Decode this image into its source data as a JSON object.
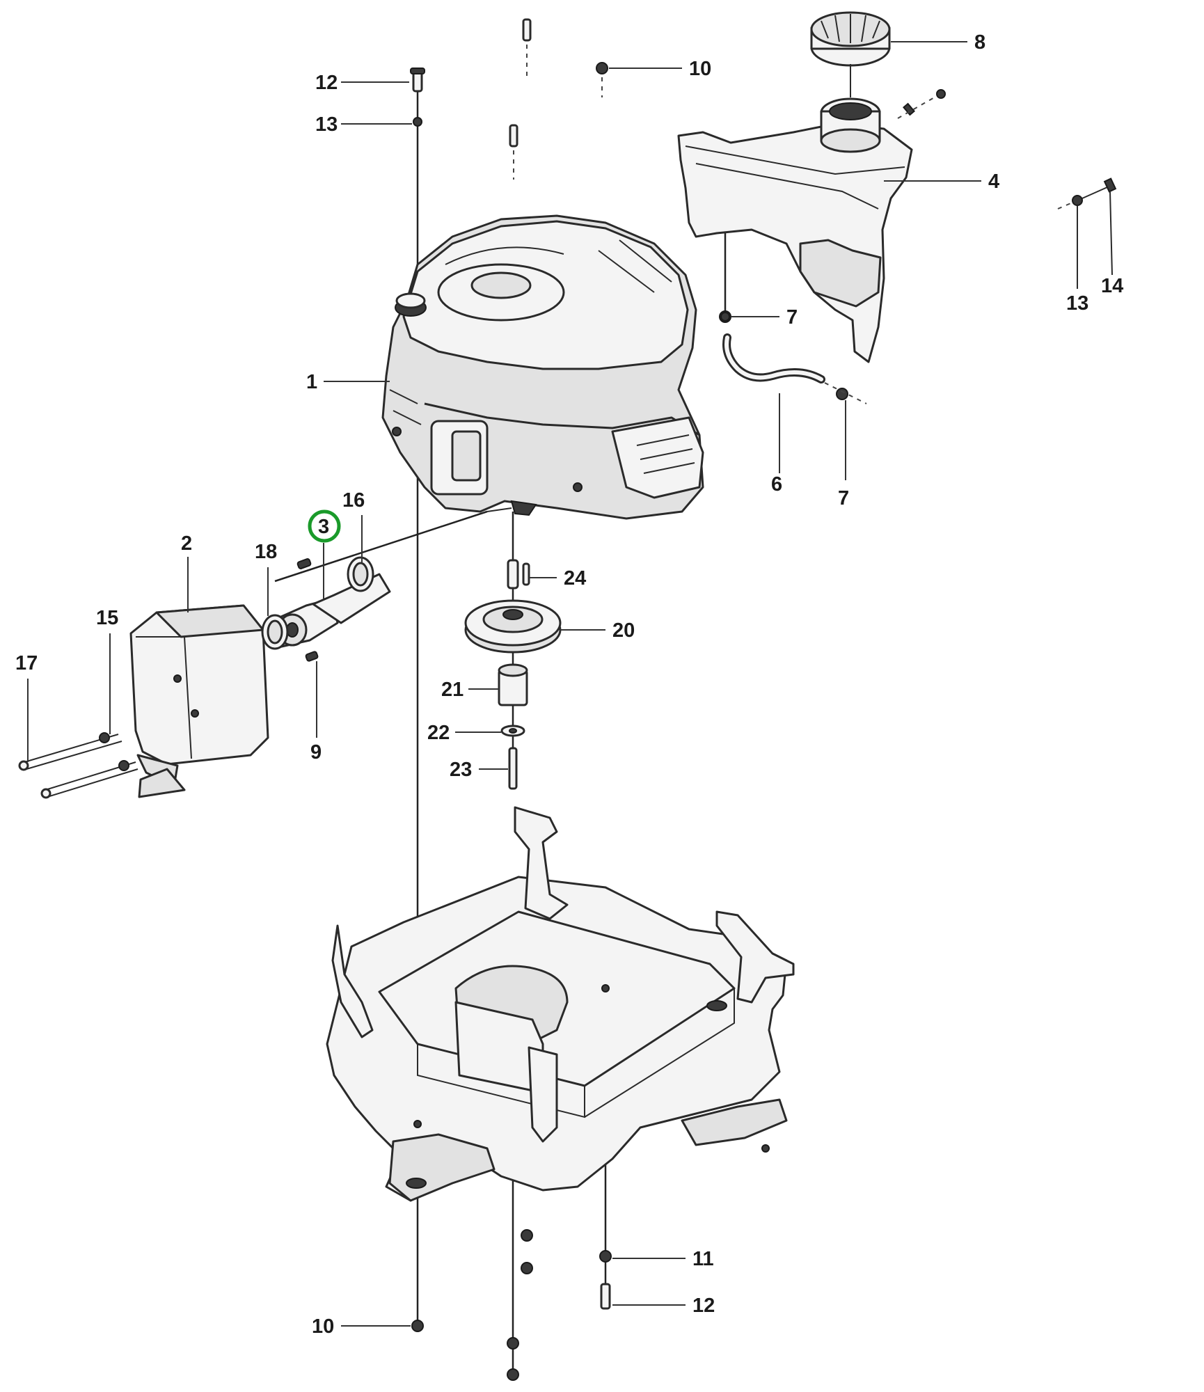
{
  "diagram": {
    "highlight_color": "#1a9a2a",
    "highlighted_part": "3",
    "callouts": [
      {
        "id": "c12a",
        "text": "12"
      },
      {
        "id": "c13a",
        "text": "13"
      },
      {
        "id": "c10a",
        "text": "10"
      },
      {
        "id": "c8",
        "text": "8"
      },
      {
        "id": "c4",
        "text": "4"
      },
      {
        "id": "c13b",
        "text": "13"
      },
      {
        "id": "c14",
        "text": "14"
      },
      {
        "id": "c7a",
        "text": "7"
      },
      {
        "id": "c1",
        "text": "1"
      },
      {
        "id": "c6",
        "text": "6"
      },
      {
        "id": "c7b",
        "text": "7"
      },
      {
        "id": "c16",
        "text": "16"
      },
      {
        "id": "c3",
        "text": "3"
      },
      {
        "id": "c2",
        "text": "2"
      },
      {
        "id": "c18",
        "text": "18"
      },
      {
        "id": "c24",
        "text": "24"
      },
      {
        "id": "c15",
        "text": "15"
      },
      {
        "id": "c20",
        "text": "20"
      },
      {
        "id": "c17",
        "text": "17"
      },
      {
        "id": "c21",
        "text": "21"
      },
      {
        "id": "c22",
        "text": "22"
      },
      {
        "id": "c9",
        "text": "9"
      },
      {
        "id": "c23",
        "text": "23"
      },
      {
        "id": "c11",
        "text": "11"
      },
      {
        "id": "c12b",
        "text": "12"
      },
      {
        "id": "c10b",
        "text": "10"
      }
    ]
  }
}
